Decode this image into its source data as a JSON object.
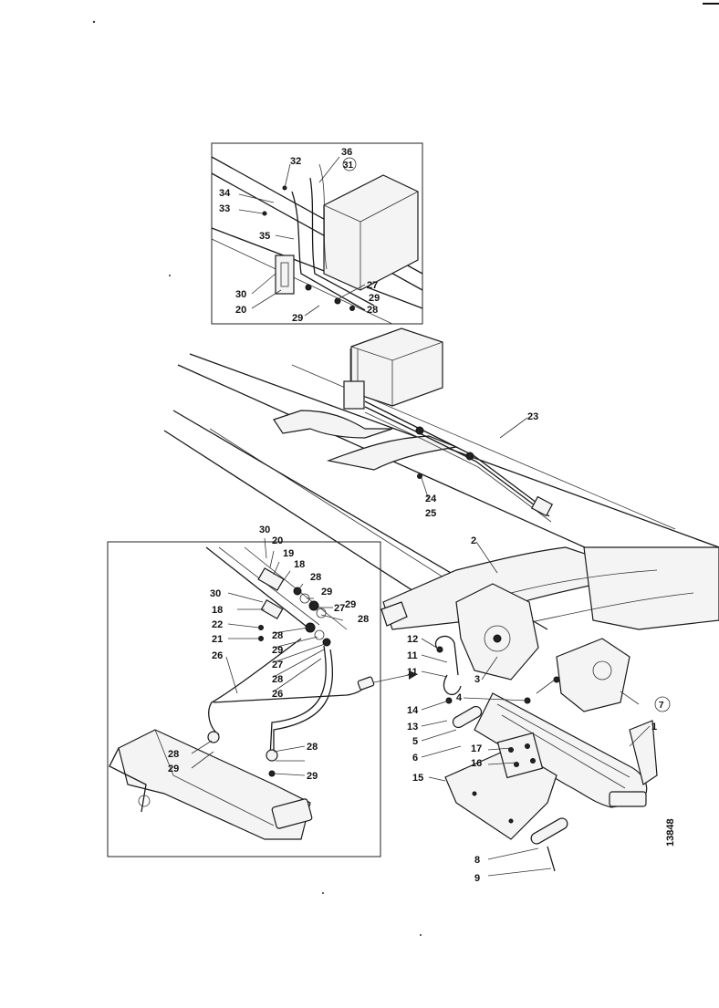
{
  "drawing_number": "13848",
  "inset_top_callouts": [
    {
      "id": "c-32",
      "text": "32"
    },
    {
      "id": "c-36",
      "text": "36"
    },
    {
      "id": "c-31",
      "text": "31"
    },
    {
      "id": "c-34",
      "text": "34"
    },
    {
      "id": "c-33",
      "text": "33"
    },
    {
      "id": "c-35",
      "text": "35"
    },
    {
      "id": "c-30",
      "text": "30"
    },
    {
      "id": "c-20",
      "text": "20"
    },
    {
      "id": "c-27",
      "text": "27"
    },
    {
      "id": "c-29a",
      "text": "29"
    },
    {
      "id": "c-28a",
      "text": "28"
    },
    {
      "id": "c-29b",
      "text": "29"
    }
  ],
  "main_callouts": [
    {
      "id": "m-23",
      "text": "23"
    },
    {
      "id": "m-24",
      "text": "24"
    },
    {
      "id": "m-25",
      "text": "25"
    },
    {
      "id": "m-2",
      "text": "2"
    },
    {
      "id": "m-12",
      "text": "12"
    },
    {
      "id": "m-11a",
      "text": "11"
    },
    {
      "id": "m-11b",
      "text": "11"
    },
    {
      "id": "m-3",
      "text": "3"
    },
    {
      "id": "m-14",
      "text": "14"
    },
    {
      "id": "m-4",
      "text": "4"
    },
    {
      "id": "m-13",
      "text": "13"
    },
    {
      "id": "m-5",
      "text": "5"
    },
    {
      "id": "m-6",
      "text": "6"
    },
    {
      "id": "m-17",
      "text": "17"
    },
    {
      "id": "m-16",
      "text": "16"
    },
    {
      "id": "m-15",
      "text": "15"
    },
    {
      "id": "m-1",
      "text": "1"
    },
    {
      "id": "m-8",
      "text": "8"
    },
    {
      "id": "m-9",
      "text": "9"
    },
    {
      "id": "m-7",
      "text": "7"
    }
  ],
  "inset_bottom_callouts": [
    {
      "id": "b-30a",
      "text": "30"
    },
    {
      "id": "b-20",
      "text": "20"
    },
    {
      "id": "b-19",
      "text": "19"
    },
    {
      "id": "b-18a",
      "text": "18"
    },
    {
      "id": "b-28a",
      "text": "28"
    },
    {
      "id": "b-30b",
      "text": "30"
    },
    {
      "id": "b-29a",
      "text": "29"
    },
    {
      "id": "b-27a",
      "text": "27"
    },
    {
      "id": "b-18b",
      "text": "18"
    },
    {
      "id": "b-29b",
      "text": "29"
    },
    {
      "id": "b-28b",
      "text": "28"
    },
    {
      "id": "b-22",
      "text": "22"
    },
    {
      "id": "b-21",
      "text": "21"
    },
    {
      "id": "b-28c",
      "text": "28"
    },
    {
      "id": "b-29c",
      "text": "29"
    },
    {
      "id": "b-27b",
      "text": "27"
    },
    {
      "id": "b-28d",
      "text": "28"
    },
    {
      "id": "b-26a",
      "text": "26"
    },
    {
      "id": "b-26b",
      "text": "26"
    },
    {
      "id": "b-28e",
      "text": "28"
    },
    {
      "id": "b-29d",
      "text": "29"
    },
    {
      "id": "b-28f",
      "text": "28"
    },
    {
      "id": "b-29e",
      "text": "29"
    }
  ]
}
